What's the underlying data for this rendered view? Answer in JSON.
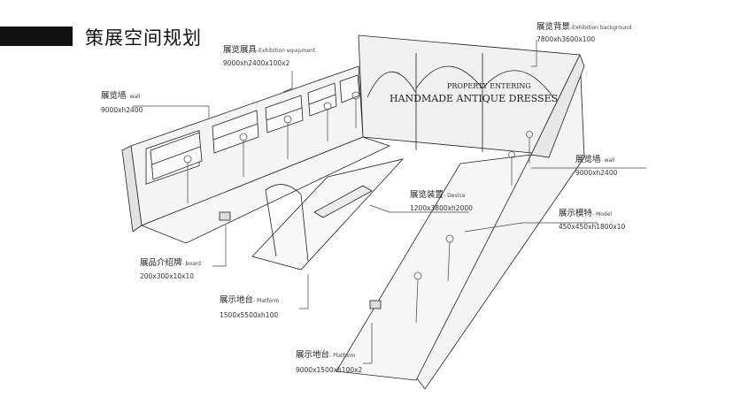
{
  "header": {
    "title": "策展空间规划"
  },
  "backdrop_text": {
    "line1": "PROPERTY ENTERING",
    "line2": "HANDMADE ANTIQUE DRESSES"
  },
  "annotations": [
    {
      "id": "bg",
      "zh": "展览背景",
      "en": "-Exhibition background",
      "dim": "7800xh3600x100"
    },
    {
      "id": "equip",
      "zh": "展览展具",
      "en": "-Exhibition equipment",
      "dim": "9000xh2400x100x2"
    },
    {
      "id": "wall-l",
      "zh": "展览墙",
      "en": "- wall",
      "dim": "9000xh2400"
    },
    {
      "id": "wall-r",
      "zh": "展览墙",
      "en": "- wall",
      "dim": "9000xh2400"
    },
    {
      "id": "device",
      "zh": "展览装置",
      "en": "- Device",
      "dim": "1200x3800xh2000"
    },
    {
      "id": "model",
      "zh": "展示模特",
      "en": "- Model",
      "dim": "450x450xh1800x10"
    },
    {
      "id": "board",
      "zh": "展品介绍牌",
      "en": "- board",
      "dim": "200x300x10x10"
    },
    {
      "id": "plat1",
      "zh": "展示地台",
      "en": "- Platform",
      "dim": "1500x5500xh100"
    },
    {
      "id": "plat2",
      "zh": "展示地台",
      "en": "- Platform",
      "dim": "9000x1500xh100x2"
    }
  ]
}
